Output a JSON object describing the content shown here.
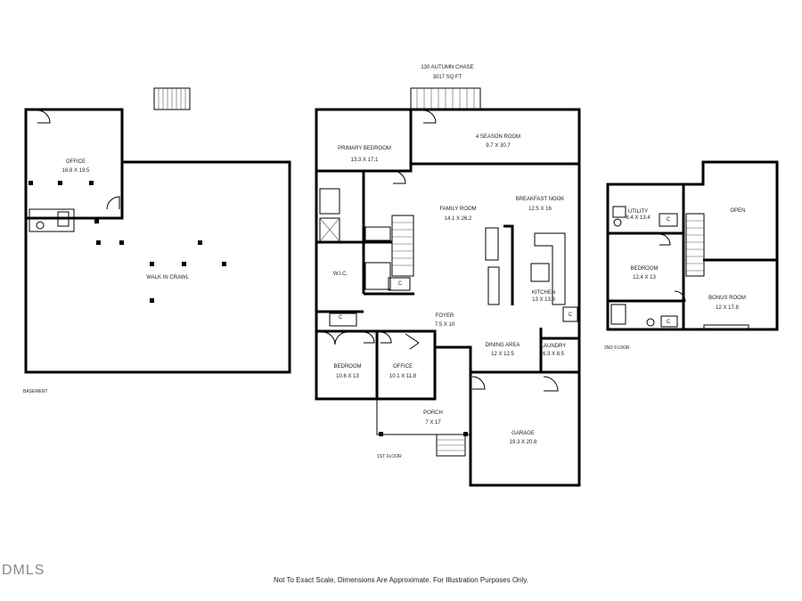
{
  "header": {
    "address": "130 AUTUMN CHASE",
    "sqft": "3017 SQ FT"
  },
  "basement": {
    "floor_label": "BASEMENT",
    "rooms": [
      {
        "name": "OFFICE",
        "dims": "16.8 X 19.5"
      },
      {
        "name": "WALK IN CRAWL",
        "dims": ""
      }
    ]
  },
  "first_floor": {
    "floor_label": "1ST FLOOR",
    "rooms": [
      {
        "name": "PRIMARY BEDROOM",
        "dims": "13.3 X 17.1"
      },
      {
        "name": "4 SEASON ROOM",
        "dims": "9.7 X 30.7"
      },
      {
        "name": "FAMILY ROOM",
        "dims": "14.1 X 26.2"
      },
      {
        "name": "BREAKFAST NOOK",
        "dims": "12.5 X 16"
      },
      {
        "name": "W.I.C.",
        "dims": ""
      },
      {
        "name": "KITCHEN",
        "dims": "13 X 13.8"
      },
      {
        "name": "FOYER",
        "dims": "7.5 X 10"
      },
      {
        "name": "DINING AREA",
        "dims": "12 X 12.5"
      },
      {
        "name": "LAUNDRY",
        "dims": "6.3 X 8.5"
      },
      {
        "name": "BEDROOM",
        "dims": "10.6 X 13"
      },
      {
        "name": "OFFICE",
        "dims": "10.1 X 11.8"
      },
      {
        "name": "PORCH",
        "dims": "7 X 17"
      },
      {
        "name": "GARAGE",
        "dims": "19.3 X 20.8"
      }
    ],
    "closet_marker": "C"
  },
  "second_floor": {
    "floor_label": "2ND FLOOR",
    "rooms": [
      {
        "name": "UTILITY",
        "dims": "8.4 X 13.4"
      },
      {
        "name": "OPEN",
        "dims": ""
      },
      {
        "name": "BEDROOM",
        "dims": "12.4 X 13"
      },
      {
        "name": "BONUS ROOM",
        "dims": "12 X 17.8"
      }
    ],
    "closet_marker": "C"
  },
  "footer": {
    "disclaimer": "Not To Exact Scale, Dimensions Are Approximate. For Illustration Purposes Only.",
    "watermark": "DMLS"
  }
}
